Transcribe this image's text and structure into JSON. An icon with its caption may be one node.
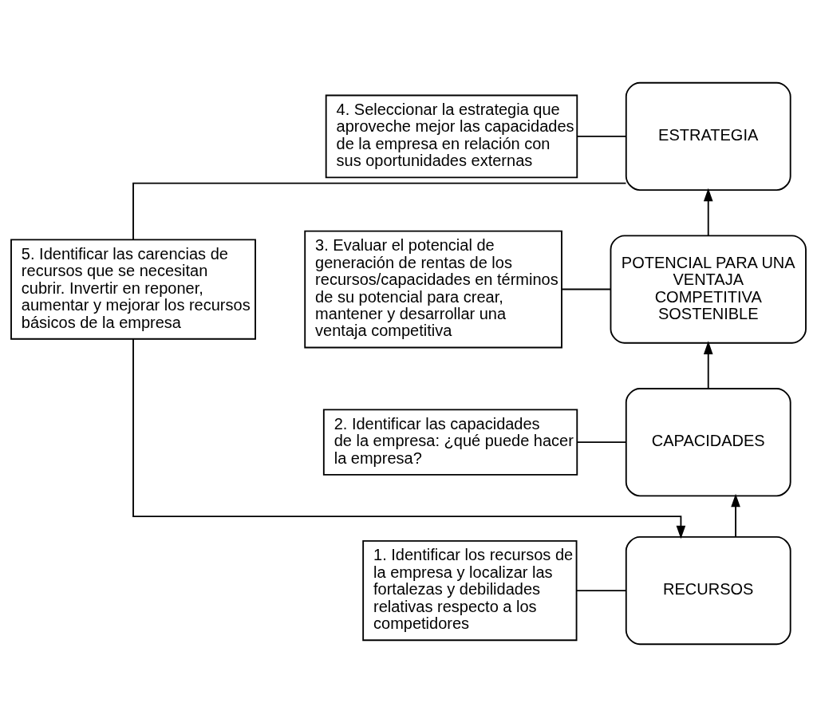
{
  "diagram": {
    "nodes": [
      {
        "text": [
          "4. Seleccionar la estrategia que aproveche mejor las capacidades de la empresa en relación con sus oportunidades externas"
        ]
      },
      {
        "text": [
          "ESTRATEGIA"
        ]
      },
      {
        "text": [
          "3. Evaluar el potencial de generación de rentas de los recursos/capacidades en términos de su potencial para crear, mantener y desarrollar una ventaja competitiva"
        ]
      },
      {
        "text": [
          "POTENCIAL PARA UNA VENTAJA COMPETITIVA SOSTENIBLE"
        ]
      },
      {
        "text": [
          "5. Identificar las carencias de recursos que se necesitan cubrir. Invertir en reponer, aumentar y mejorar los recursos básicos de la empresa"
        ]
      },
      {
        "text": [
          "2. Identificar las capacidades de la empresa: ¿qué puede hacer la empresa?"
        ]
      },
      {
        "text": [
          "CAPACIDADES"
        ]
      },
      {
        "text": [
          "1. Identificar los recursos de la empresa y localizar las fortalezas y debilidades relativas respecto a los competidores"
        ]
      },
      {
        "text": [
          "RECURSOS"
        ]
      }
    ],
    "edges": [
      {
        "from": 0,
        "to": 1,
        "arrow": "none"
      },
      {
        "from": 2,
        "to": 3,
        "arrow": "none"
      },
      {
        "from": 5,
        "to": 6,
        "arrow": "none"
      },
      {
        "from": 7,
        "to": 8,
        "arrow": "none"
      },
      {
        "from": 8,
        "to": 6,
        "arrow": "to"
      },
      {
        "from": 6,
        "to": 3,
        "arrow": "to"
      },
      {
        "from": 3,
        "to": 1,
        "arrow": "to"
      },
      {
        "from": 1,
        "to": 4,
        "arrow": "none"
      },
      {
        "from": 4,
        "to": 8,
        "arrow": "to"
      }
    ]
  }
}
